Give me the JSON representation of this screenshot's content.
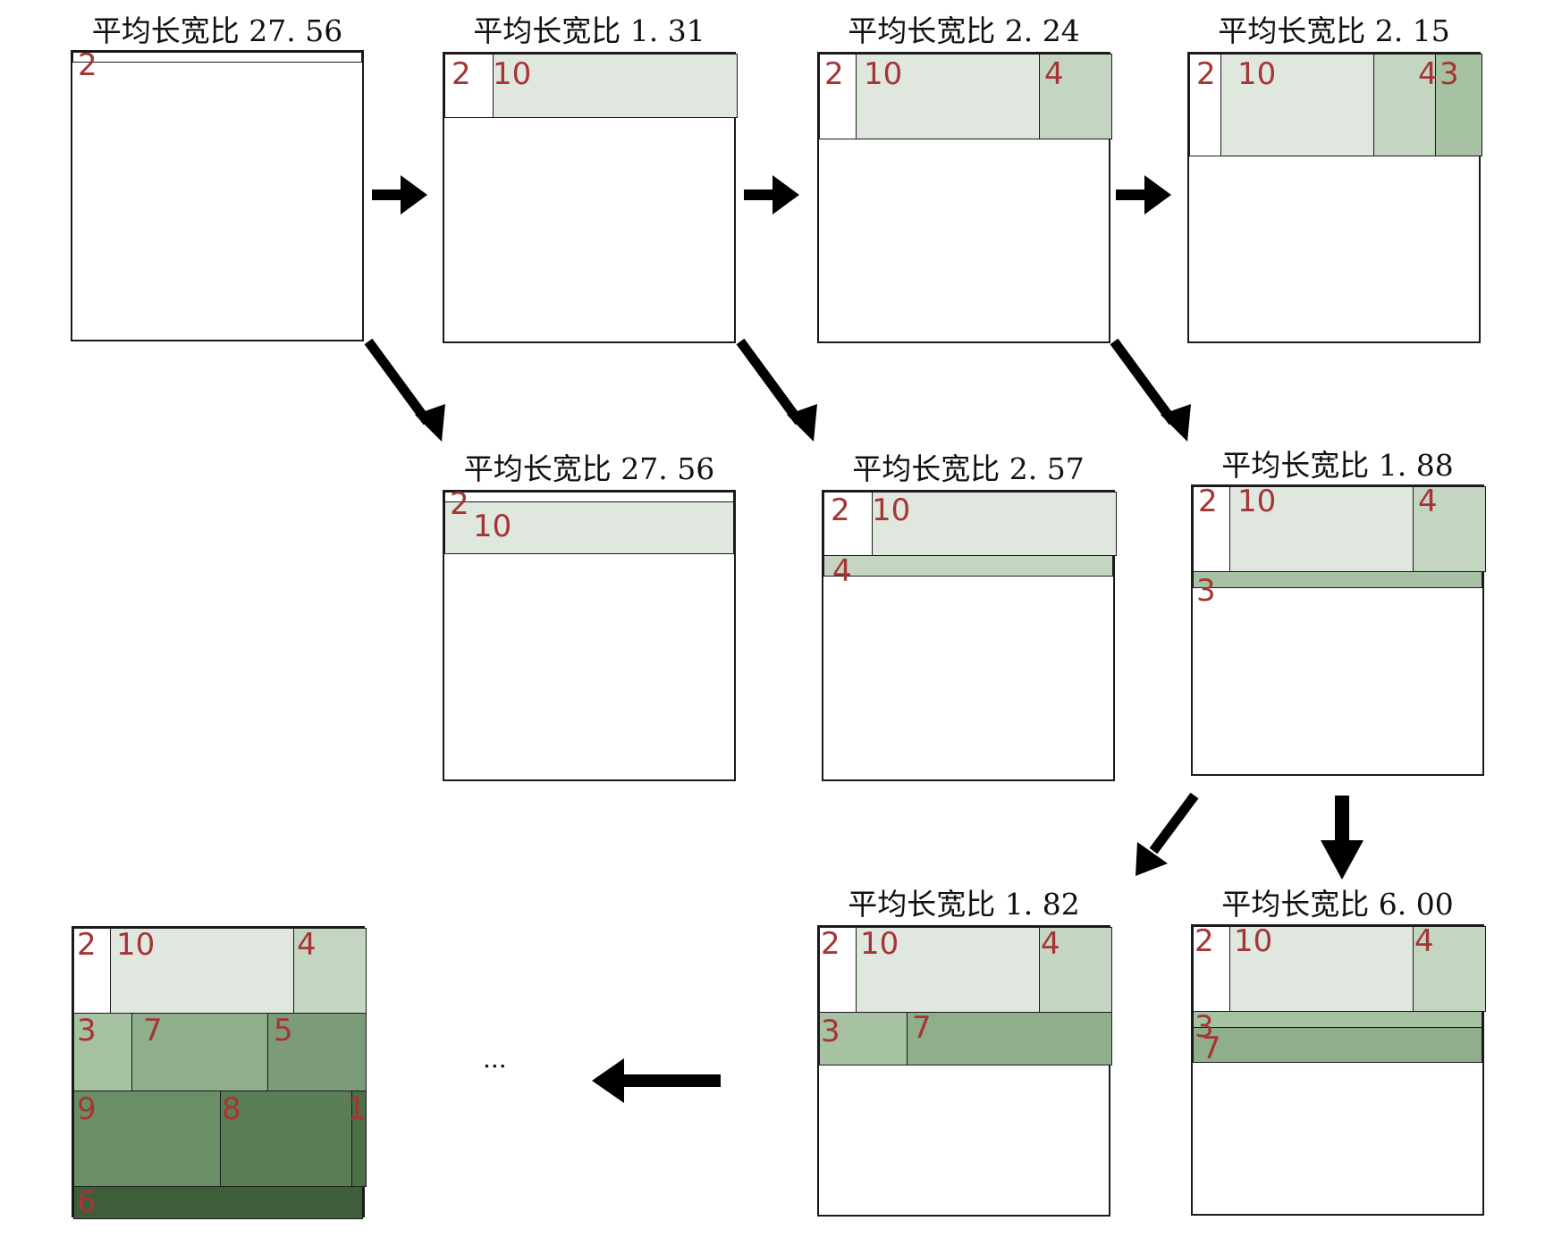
{
  "colors": {
    "c0": "#ffffff",
    "c1": "#e0e7df",
    "c2": "#c4d6c2",
    "c3": "#a6c2a3",
    "c4": "#8faf8c",
    "c5": "#7c9c79",
    "c6": "#6a8f66",
    "c7": "#5a7e56",
    "c8": "#4c6f48",
    "c9": "#3e5e3b",
    "label": "#a53535"
  },
  "panels": [
    {
      "title": "平均长宽比 27. 56"
    },
    {
      "title": "平均长宽比 1. 31"
    },
    {
      "title": "平均长宽比 2. 24"
    },
    {
      "title": "平均长宽比 2. 15"
    },
    {
      "title": "平均长宽比 27. 56"
    },
    {
      "title": "平均长宽比 2. 57"
    },
    {
      "title": "平均长宽比 1. 88"
    },
    {
      "title": "平均长宽比 1. 82"
    },
    {
      "title": "平均长宽比 6. 00"
    },
    {
      "title": ""
    }
  ],
  "cell_labels": {
    "p0": [
      "2"
    ],
    "p1": [
      "2",
      "10"
    ],
    "p2": [
      "2",
      "10",
      "4"
    ],
    "p3": [
      "2",
      "10",
      "4",
      "3"
    ],
    "p4": [
      "2",
      "10"
    ],
    "p5": [
      "2",
      "10",
      "4"
    ],
    "p6": [
      "2",
      "10",
      "4",
      "3"
    ],
    "p7": [
      "2",
      "10",
      "4",
      "3",
      "7"
    ],
    "p8": [
      "2",
      "10",
      "4",
      "3",
      "7"
    ],
    "p9": [
      "2",
      "10",
      "4",
      "3",
      "7",
      "5",
      "9",
      "8",
      "1",
      "6"
    ]
  },
  "ellipsis": "..."
}
